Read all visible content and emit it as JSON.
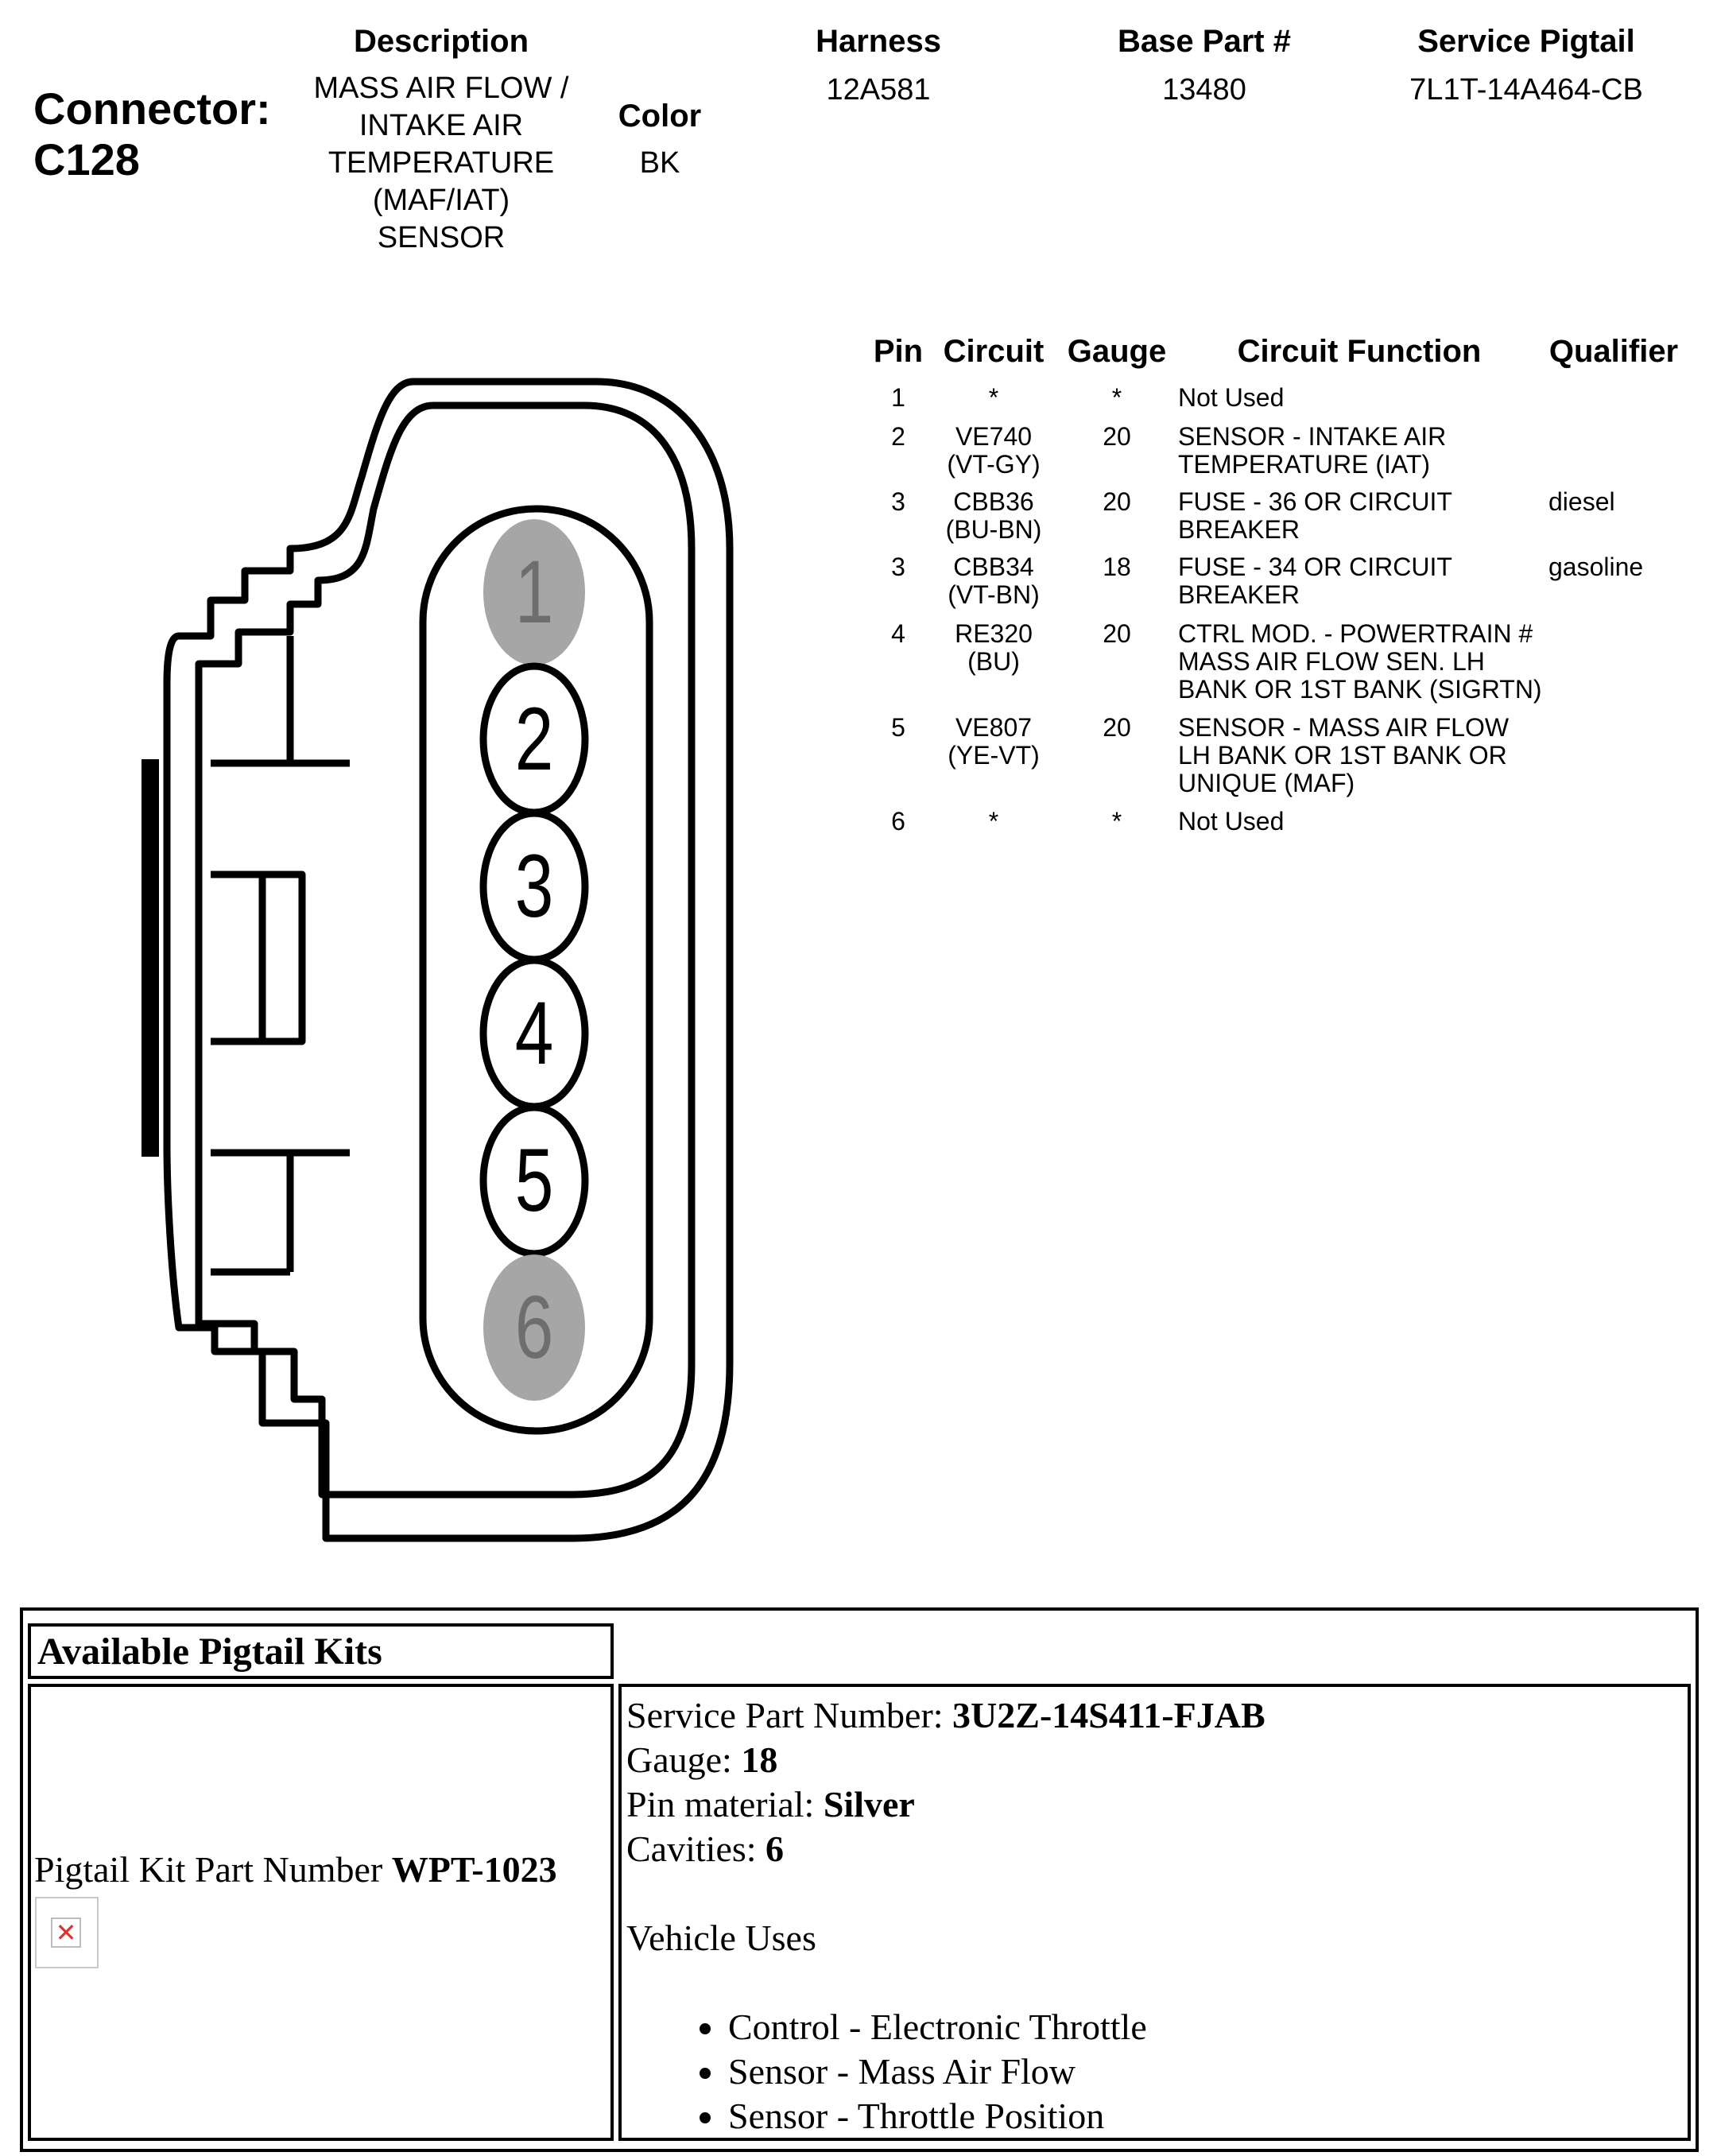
{
  "header": {
    "connector_label": "Connector:",
    "connector_id": "C128",
    "description_heading": "Description",
    "description_lines": [
      "MASS AIR FLOW /",
      "INTAKE AIR",
      "TEMPERATURE",
      "(MAF/IAT)",
      "SENSOR"
    ],
    "color_heading": "Color",
    "color_value": "BK",
    "harness_heading": "Harness",
    "harness_value": "12A581",
    "base_part_heading": "Base Part #",
    "base_part_value": "13480",
    "service_pigtail_heading": "Service Pigtail",
    "service_pigtail_value": "7L1T-14A464-CB"
  },
  "pin_table": {
    "columns": [
      "Pin",
      "Circuit",
      "Gauge",
      "Circuit Function",
      "Qualifier"
    ],
    "rows": [
      {
        "pin": "1",
        "circuit": [
          "*"
        ],
        "gauge": "*",
        "function": [
          "Not Used"
        ],
        "qualifier": ""
      },
      {
        "pin": "2",
        "circuit": [
          "VE740",
          "(VT-GY)"
        ],
        "gauge": "20",
        "function": [
          "SENSOR - INTAKE AIR",
          "TEMPERATURE (IAT)"
        ],
        "qualifier": ""
      },
      {
        "pin": "3",
        "circuit": [
          "CBB36",
          "(BU-BN)"
        ],
        "gauge": "20",
        "function": [
          "FUSE - 36 OR CIRCUIT",
          "BREAKER"
        ],
        "qualifier": "diesel"
      },
      {
        "pin": "3",
        "circuit": [
          "CBB34",
          "(VT-BN)"
        ],
        "gauge": "18",
        "function": [
          "FUSE - 34 OR CIRCUIT",
          "BREAKER"
        ],
        "qualifier": "gasoline"
      },
      {
        "pin": "4",
        "circuit": [
          "RE320",
          "(BU)"
        ],
        "gauge": "20",
        "function": [
          "CTRL MOD. - POWERTRAIN #",
          "MASS AIR FLOW SEN. LH",
          "BANK OR 1ST BANK (SIGRTN)"
        ],
        "qualifier": ""
      },
      {
        "pin": "5",
        "circuit": [
          "VE807",
          "(YE-VT)"
        ],
        "gauge": "20",
        "function": [
          "SENSOR - MASS AIR FLOW",
          "LH BANK OR 1ST BANK OR",
          "UNIQUE (MAF)"
        ],
        "qualifier": ""
      },
      {
        "pin": "6",
        "circuit": [
          "*"
        ],
        "gauge": "*",
        "function": [
          "Not Used"
        ],
        "qualifier": ""
      }
    ]
  },
  "connector_diagram": {
    "pins": [
      {
        "label": "1",
        "used": false
      },
      {
        "label": "2",
        "used": true
      },
      {
        "label": "3",
        "used": true
      },
      {
        "label": "4",
        "used": true
      },
      {
        "label": "5",
        "used": true
      },
      {
        "label": "6",
        "used": false
      }
    ],
    "unused_fill": "#a6a6a6",
    "used_fill": "#ffffff"
  },
  "pigtail": {
    "title": "Available Pigtail Kits",
    "kit_label": "Pigtail Kit Part Number ",
    "kit_number": "WPT-1023",
    "broken_image_icon": "broken-image-icon",
    "service_part_label": "Service Part Number: ",
    "service_part_value": "3U2Z-14S411-FJAB",
    "gauge_label": "Gauge: ",
    "gauge_value": "18",
    "pin_material_label": "Pin material: ",
    "pin_material_value": "Silver",
    "cavities_label": "Cavities: ",
    "cavities_value": "6",
    "vehicle_uses_heading": "Vehicle Uses",
    "vehicle_uses": [
      "Control - Electronic Throttle",
      "Sensor - Mass Air Flow",
      "Sensor - Throttle Position"
    ]
  }
}
